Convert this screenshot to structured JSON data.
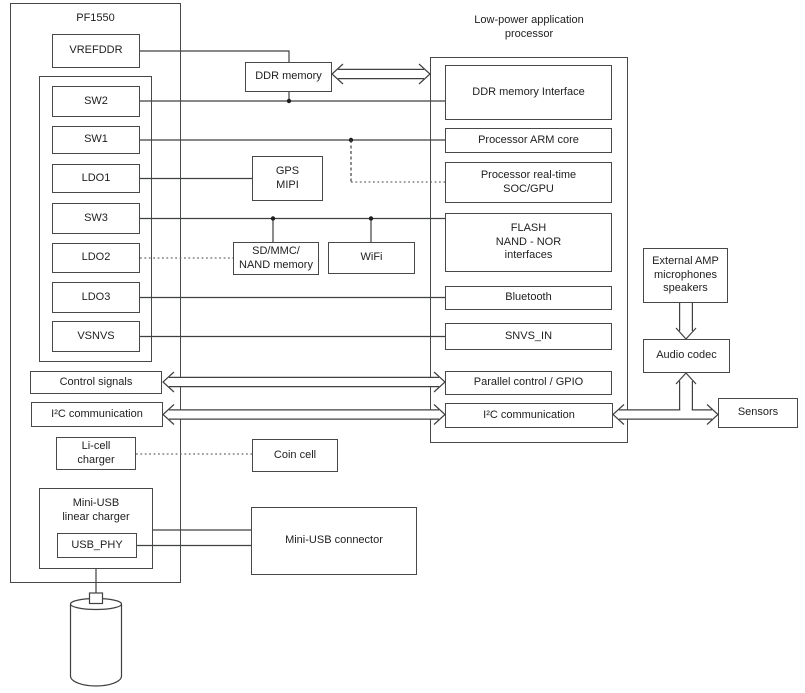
{
  "colors": {
    "line": "#47484a",
    "text": "#1e1e20",
    "background": "#ffffff"
  },
  "pf1550": {
    "title": "PF1550",
    "vrefddr": "VREFDDR",
    "rails": {
      "sw2": "SW2",
      "sw1": "SW1",
      "ldo1": "LDO1",
      "sw3": "SW3",
      "ldo2": "LDO2",
      "ldo3": "LDO3",
      "vsnvs": "VSNVS"
    },
    "control_signals": "Control signals",
    "i2c": "I²C communication",
    "licell_charger": "Li-cell\ncharger",
    "usb_charger": "Mini-USB\nlinear charger",
    "usb_phy": "USB_PHY"
  },
  "peripherals": {
    "ddr_memory": "DDR memory",
    "gps_mipi": "GPS\nMIPI",
    "sd_mmc_nand": "SD/MMC/\nNAND memory",
    "wifi": "WiFi",
    "coin_cell": "Coin cell",
    "mini_usb_connector": "Mini-USB connector"
  },
  "processor": {
    "title": "Low-power application\nprocessor",
    "ddr_interface": "DDR memory Interface",
    "arm_core": "Processor ARM core",
    "realtime": "Processor real-time\nSOC/GPU",
    "flash": "FLASH\nNAND - NOR\ninterfaces",
    "bluetooth": "Bluetooth",
    "snvs_in": "SNVS_IN",
    "parallel_gpio": "Parallel control / GPIO",
    "i2c": "I²C communication"
  },
  "audio": {
    "external_amp": "External AMP\nmicrophones\nspeakers",
    "audio_codec": "Audio codec",
    "sensors": "Sensors"
  }
}
